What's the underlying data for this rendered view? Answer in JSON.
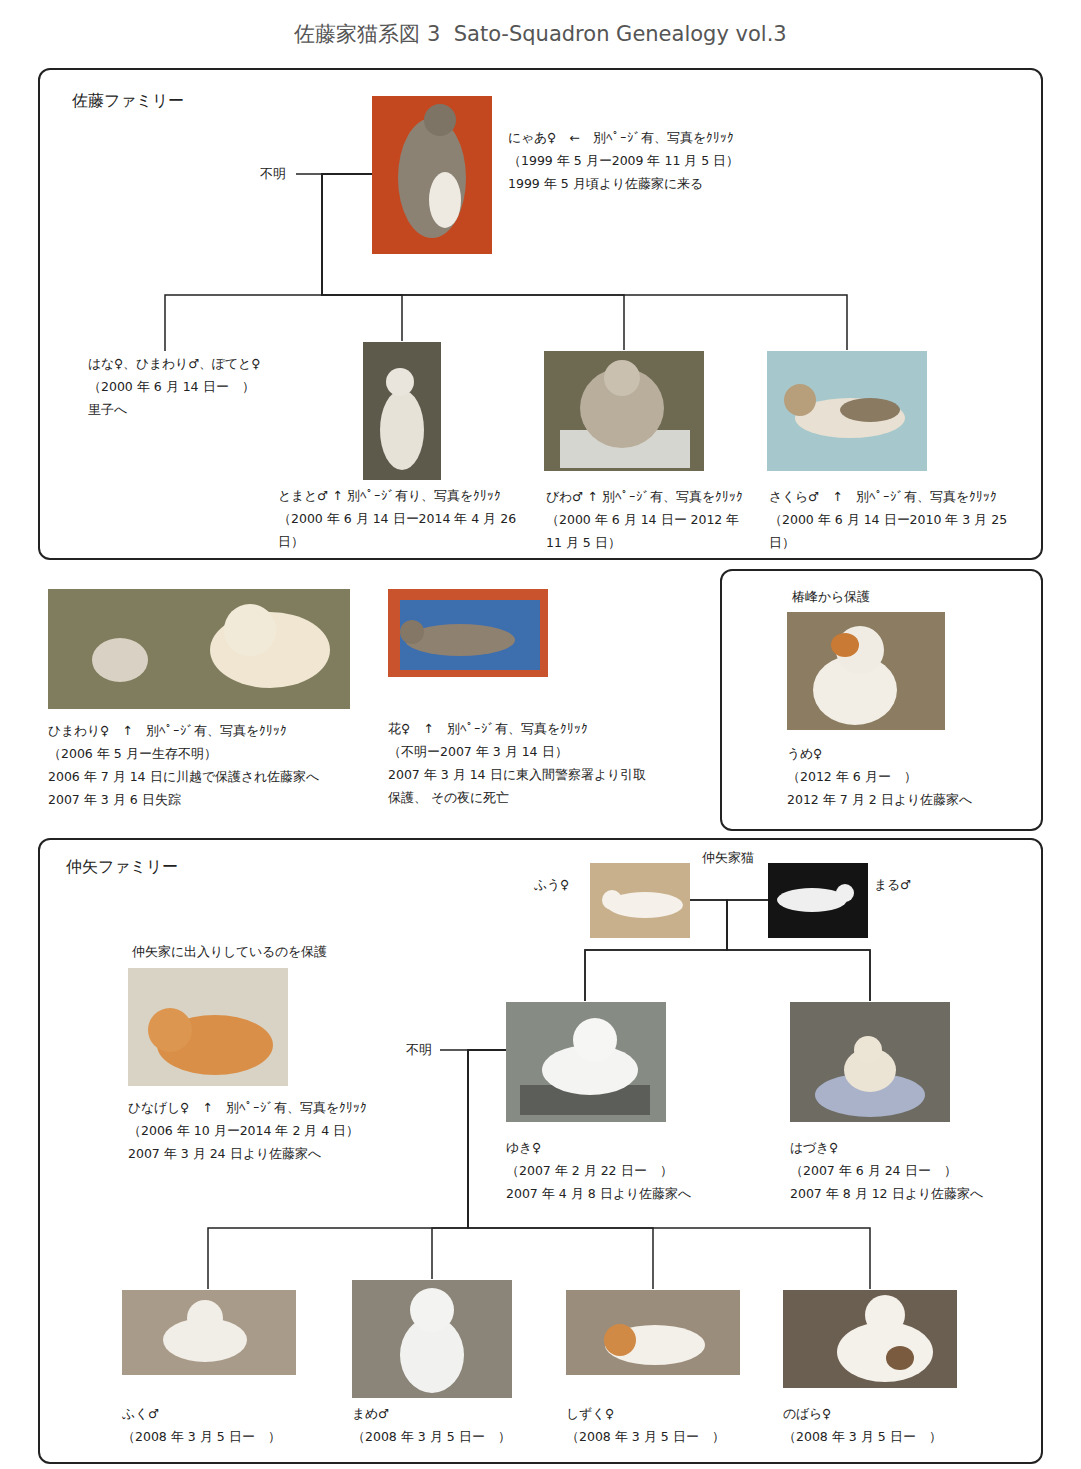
{
  "diagram": {
    "title": "佐藤家猫系図 3  Sato-Squadron Genealogy vol.3",
    "nodes": [
      {
        "text": [
          "佐藤ファミリー"
        ]
      },
      {
        "text": [
          "にゃあ♀　←　別ﾍﾟｰｼﾞ有、写真をｸﾘｯｸ",
          "（1999 年 5 月ー2009 年 11 月 5 日）",
          "1999 年 5 月頃より佐藤家に来る"
        ],
        "in": 0
      },
      {
        "text": [
          "はな♀、ひまわり♂、ぽてと♀",
          "（2000 年 6 月 14 日ー　）",
          "里子へ"
        ],
        "in": 0
      },
      {
        "text": [
          "とまと♂ ↑ 別ﾍﾟｰｼﾞ有り、写真をｸﾘｯｸ",
          "（2000 年 6 月 14 日ー2014 年 4 月 26 日）"
        ],
        "in": 0
      },
      {
        "text": [
          "びわ♂ ↑ 別ﾍﾟｰｼﾞ有、写真をｸﾘｯｸ",
          "（2000 年 6 月 14 日ー 2012 年 11 月 5 日）"
        ],
        "in": 0
      },
      {
        "text": [
          "さくら♂　↑　別ﾍﾟｰｼﾞ有、写真をｸﾘｯｸ",
          "（2000 年 6 月 14 日ー2010 年 3 月 25 日）"
        ],
        "in": 0
      },
      {
        "text": [
          "ひまわり♀　↑　別ﾍﾟｰｼﾞ有、写真をｸﾘｯｸ",
          "（2006 年 5 月ー生存不明）",
          "2006 年 7 月 14 日に川越で保護され佐藤家へ",
          "2007 年 3 月 6 日失踪"
        ]
      },
      {
        "text": [
          "花♀　↑　別ﾍﾟｰｼﾞ有、写真をｸﾘｯｸ",
          "（不明ー2007 年 3 月 14 日）",
          "2007 年 3 月 14 日に東入間警察署より引取保護、 その夜に死亡"
        ]
      },
      {
        "text": [
          "椿峰から保護"
        ]
      },
      {
        "text": [
          "うめ♀",
          "（2012 年 6 月ー　）",
          "2012 年 7 月 2 日より佐藤家へ"
        ],
        "in": 8
      },
      {
        "text": [
          "仲矢ファミリー"
        ]
      },
      {
        "text": [
          "仲矢家に出入りしているのを保護",
          "ひなげし♀　↑　別ﾍﾟｰｼﾞ有、写真をｸﾘｯｸ",
          "（2006 年 10 月ー2014 年 2 月 4 日）",
          "2007 年 3 月 24 日より佐藤家へ"
        ],
        "in": 10
      },
      {
        "text": [
          "ふう♀"
        ],
        "in": 10
      },
      {
        "text": [
          "まる♂"
        ],
        "in": 10
      },
      {
        "text": [
          "ゆき♀",
          "（2007 年 2 月 22 日ー　）",
          "2007 年 4 月 8 日より佐藤家へ"
        ],
        "in": 10
      },
      {
        "text": [
          "はづき♀",
          "（2007 年 6 月 24 日ー　）",
          "2007 年 8 月 12 日より佐藤家へ"
        ],
        "in": 10
      },
      {
        "text": [
          "ふく♂",
          "（2008 年 3 月 5 日ー　）"
        ],
        "in": 10
      },
      {
        "text": [
          "まめ♂",
          "（2008 年 3 月 5 日ー　）"
        ],
        "in": 10
      },
      {
        "text": [
          "しずく♀",
          "（2008 年 3 月 5 日ー　）"
        ],
        "in": 10
      },
      {
        "text": [
          "のばら♀",
          "（2008 年 3 月 5 日ー　）"
        ],
        "in": 10
      }
    ],
    "edges": [
      {
        "from": 1,
        "to": 2,
        "arrow": "none"
      },
      {
        "from": 1,
        "to": 3,
        "arrow": "none"
      },
      {
        "from": 1,
        "to": 4,
        "arrow": "none"
      },
      {
        "from": 1,
        "to": 5,
        "arrow": "none"
      },
      {
        "from": 12,
        "to": 14,
        "arrow": "none"
      },
      {
        "from": 12,
        "to": 15,
        "arrow": "none"
      },
      {
        "from": 13,
        "to": 14,
        "arrow": "none"
      },
      {
        "from": 13,
        "to": 15,
        "arrow": "none"
      },
      {
        "from": 14,
        "to": 16,
        "arrow": "none"
      },
      {
        "from": 14,
        "to": 17,
        "arrow": "none"
      },
      {
        "from": 14,
        "to": 18,
        "arrow": "none"
      },
      {
        "from": 14,
        "to": 19,
        "arrow": "none"
      }
    ],
    "labels": [
      "不明",
      "仲矢家猫",
      "不明"
    ]
  }
}
